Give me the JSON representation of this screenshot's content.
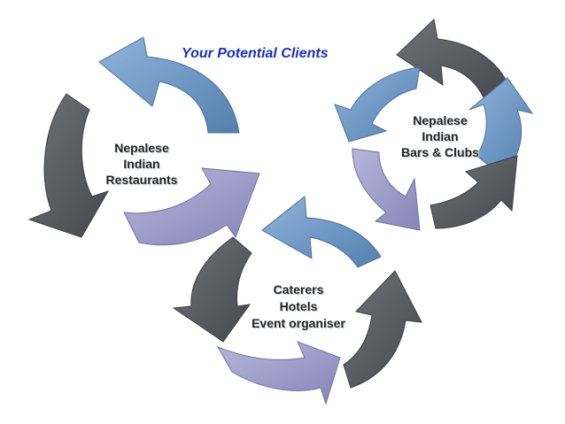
{
  "title": "Your Potential Clients",
  "colors": {
    "title": "#1a2fbf",
    "blue_arrow": "#6f9ac7",
    "gray_arrow": "#5a5e63",
    "lavender_arrow": "#9e9ec9"
  },
  "cycles": [
    {
      "lines": [
        "Nepalese",
        "Indian",
        "Restaurants"
      ]
    },
    {
      "lines": [
        "Nepalese",
        "Indian",
        "Bars & Clubs"
      ]
    },
    {
      "lines": [
        "Caterers",
        "Hotels",
        "Event organiser"
      ]
    }
  ]
}
